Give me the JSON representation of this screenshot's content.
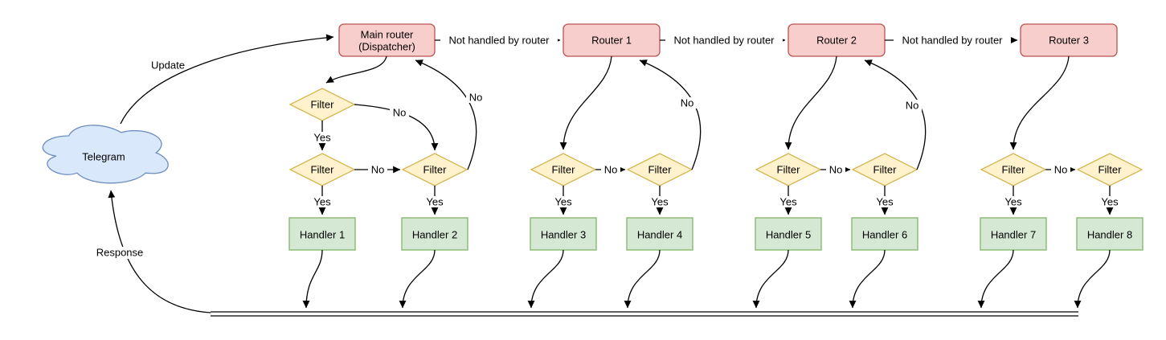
{
  "diagram": {
    "telegram_label": "Telegram",
    "labels": {
      "update": "Update",
      "response": "Response",
      "not_handled": "Not handled by router",
      "yes": "Yes",
      "no": "No"
    },
    "nodes": {
      "main_router_line1": "Main router",
      "main_router_line2": "(Dispatcher)",
      "router1": "Router 1",
      "router2": "Router 2",
      "router3": "Router 3",
      "filter": "Filter",
      "handlers": [
        "Handler 1",
        "Handler 2",
        "Handler 3",
        "Handler 4",
        "Handler 5",
        "Handler 6",
        "Handler 7",
        "Handler 8"
      ]
    },
    "colors": {
      "router_fill": "#f8cecc",
      "router_stroke": "#b85450",
      "filter_fill": "#fff2cc",
      "filter_stroke": "#d6b656",
      "handler_fill": "#d5e8d4",
      "handler_stroke": "#82b366",
      "cloud_fill": "#dae8fc",
      "cloud_stroke": "#6c8ebf",
      "edge_color": "#000000"
    }
  }
}
